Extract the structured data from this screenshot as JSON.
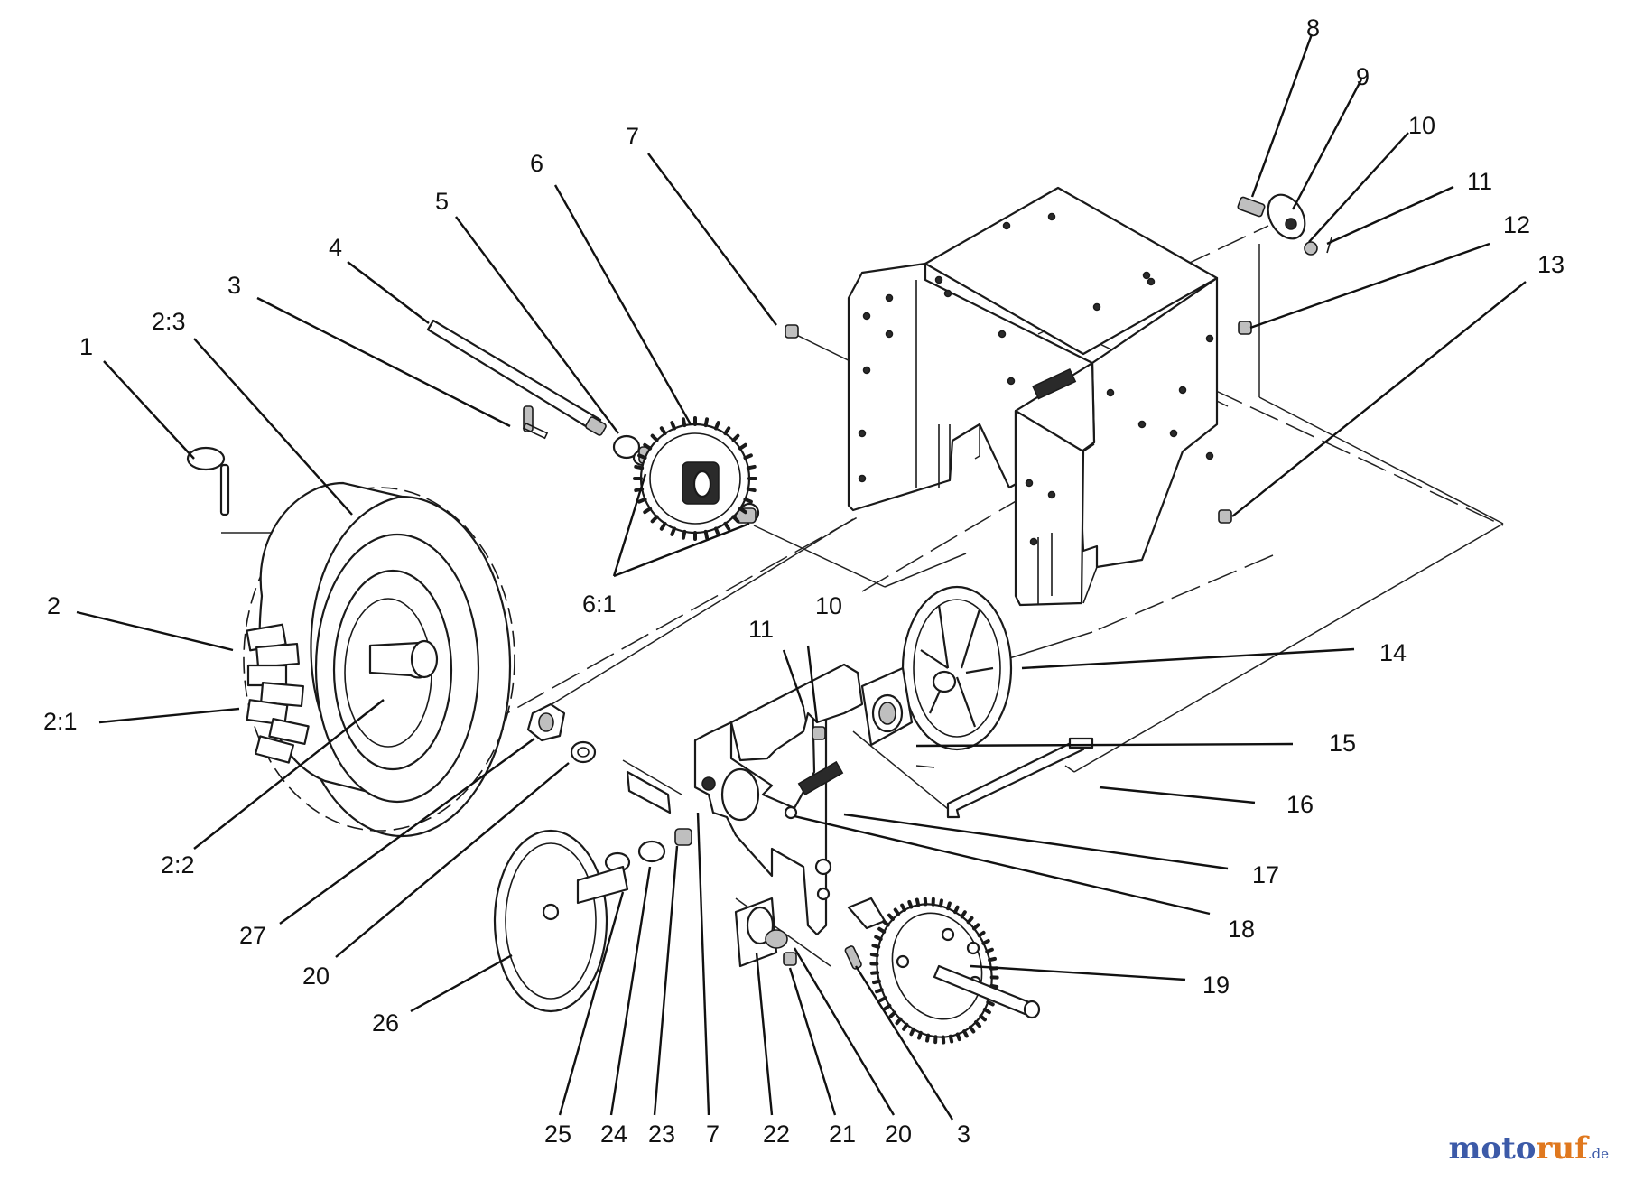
{
  "diagram": {
    "labels": [
      "1",
      "2",
      "2:1",
      "2:2",
      "2:3",
      "3",
      "4",
      "5",
      "6",
      "6:1",
      "7",
      "8",
      "9",
      "10",
      "11",
      "12",
      "13",
      "10",
      "11",
      "14",
      "15",
      "16",
      "17",
      "18",
      "19",
      "3",
      "20",
      "21",
      "22",
      "7",
      "23",
      "24",
      "25",
      "26",
      "20",
      "27"
    ]
  },
  "watermark": {
    "main_a": "moto",
    "main_b": "ruf",
    "suffix": ".de"
  }
}
